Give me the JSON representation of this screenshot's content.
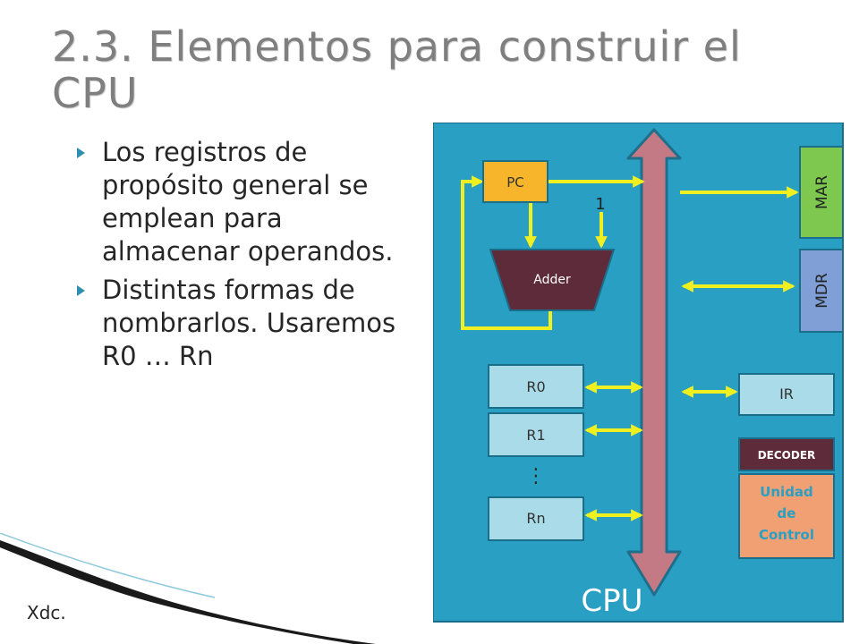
{
  "slide": {
    "title": "2.3. Elementos para construir el CPU",
    "bullets": [
      "Los registros de propósito general se emplean para almacenar operandos.",
      "Distintas formas de nombrarlos. Usaremos R0 … Rn"
    ],
    "footer": "Xdc."
  },
  "diagram": {
    "cpu_label": "CPU",
    "pc": "PC",
    "constant_one": "1",
    "adder": "Adder",
    "mar": "MAR",
    "mdr": "MDR",
    "registers": [
      "R0",
      "R1",
      "Rn"
    ],
    "ellipsis": "⋮",
    "ir": "IR",
    "decoder": "DECODER",
    "control_unit": [
      "Unidad",
      "de",
      "Control"
    ],
    "colors": {
      "cpu_bg": "#2a9fc4",
      "bus": "#c47a85",
      "wire": "#f0f020",
      "pc": "#f7b52b",
      "mar": "#7ec850",
      "mdr": "#7f9fd6",
      "register": "#a9dbe8",
      "adder": "#5e2b3a",
      "decoder": "#5e2b3a",
      "control_unit": "#f1a073",
      "control_text": "#2a9fc4"
    }
  }
}
